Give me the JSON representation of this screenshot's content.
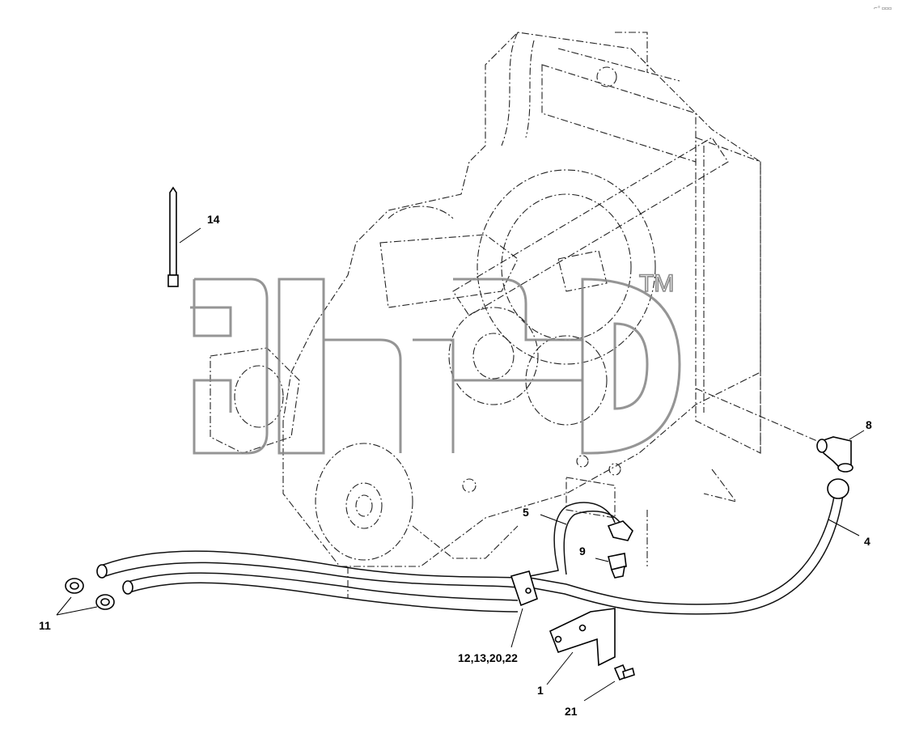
{
  "corner_mark": "⌐° ▫▫▫",
  "watermark": {
    "text": "элф",
    "trademark": "TM"
  },
  "callouts": [
    {
      "id": "c14",
      "text": "14"
    },
    {
      "id": "c8",
      "text": "8"
    },
    {
      "id": "c5",
      "text": "5"
    },
    {
      "id": "c4",
      "text": "4"
    },
    {
      "id": "c9",
      "text": "9"
    },
    {
      "id": "c11",
      "text": "11"
    },
    {
      "id": "c12",
      "text": "12,13,20,22"
    },
    {
      "id": "c1",
      "text": "1"
    },
    {
      "id": "c21",
      "text": "21"
    }
  ]
}
